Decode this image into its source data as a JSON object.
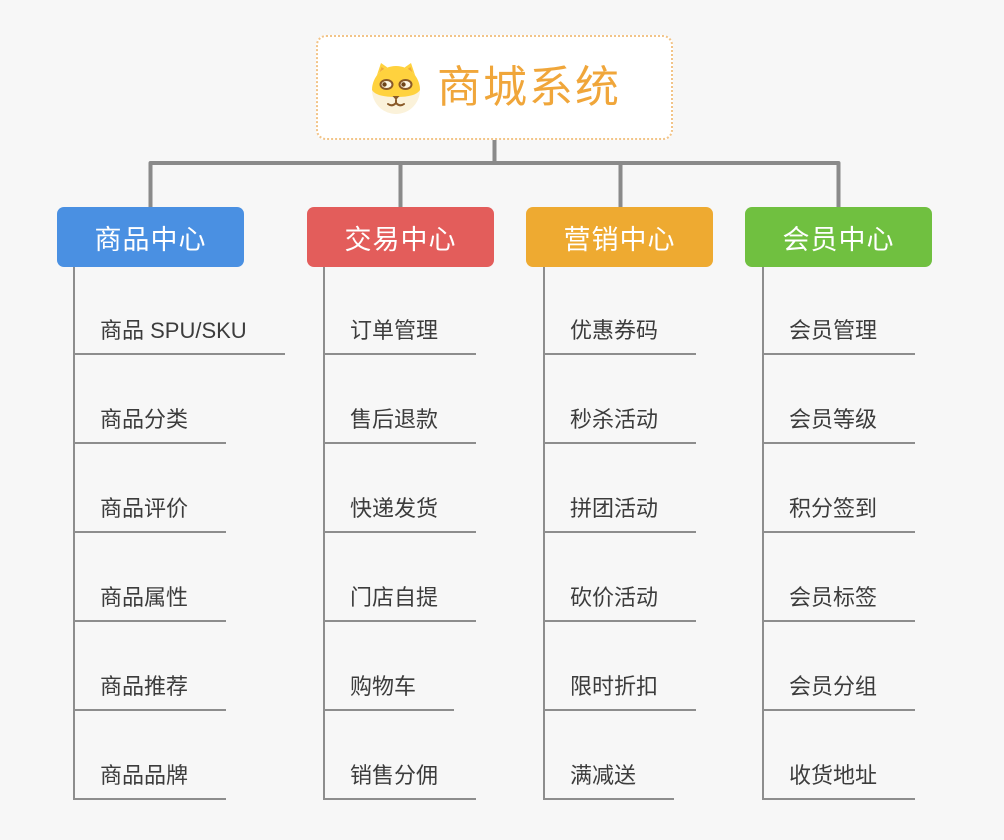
{
  "canvas": {
    "background_color": "#f7f7f7",
    "connector_color": "#8a8a8a",
    "subline_color": "#8d8d8d",
    "child_text_color": "#3c3c3c"
  },
  "root": {
    "title": "商城系统",
    "icon": "dog-face-icon",
    "text_color": "#f0a63a",
    "border_color": "#f2c488",
    "background_color": "#ffffff"
  },
  "branches": [
    {
      "label": "商品中心",
      "color": "#4a90e2",
      "children": [
        "商品 SPU/SKU",
        "商品分类",
        "商品评价",
        "商品属性",
        "商品推荐",
        "商品品牌"
      ]
    },
    {
      "label": "交易中心",
      "color": "#e35d5b",
      "children": [
        "订单管理",
        "售后退款",
        "快递发货",
        "门店自提",
        "购物车",
        "销售分佣"
      ]
    },
    {
      "label": "营销中心",
      "color": "#eeaa31",
      "children": [
        "优惠券码",
        "秒杀活动",
        "拼团活动",
        "砍价活动",
        "限时折扣",
        "满减送"
      ]
    },
    {
      "label": "会员中心",
      "color": "#70c040",
      "children": [
        "会员管理",
        "会员等级",
        "积分签到",
        "会员标签",
        "会员分组",
        "收货地址"
      ]
    }
  ]
}
